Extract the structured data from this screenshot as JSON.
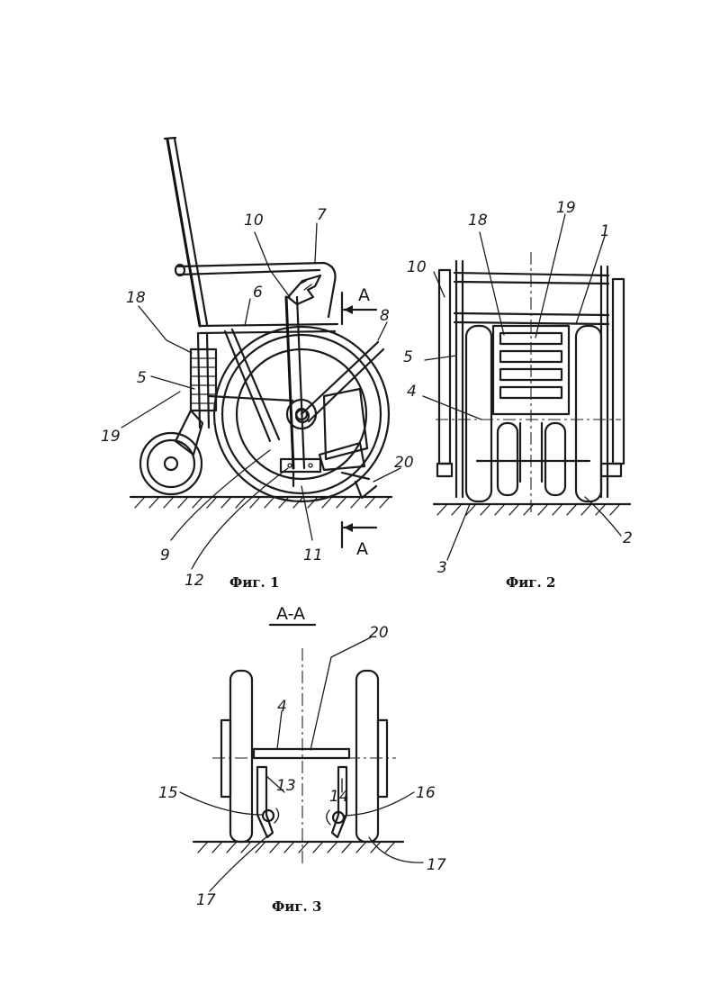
{
  "figures": {
    "fig1": {
      "caption": "Фиг. 1",
      "labels": [
        "10",
        "7",
        "6",
        "18",
        "5",
        "19",
        "8",
        "20",
        "9",
        "12",
        "11"
      ],
      "section_mark": "A"
    },
    "fig2": {
      "caption": "Фиг. 2",
      "labels": [
        "18",
        "19",
        "1",
        "10",
        "5",
        "4",
        "3",
        "2"
      ]
    },
    "fig3": {
      "caption": "Фиг. 3",
      "section_title": "A-A",
      "labels": [
        "20",
        "4",
        "15",
        "13",
        "14",
        "16",
        "17",
        "17"
      ]
    }
  },
  "colors": {
    "ink": "#1a1a1a",
    "paper": "#ffffff"
  }
}
